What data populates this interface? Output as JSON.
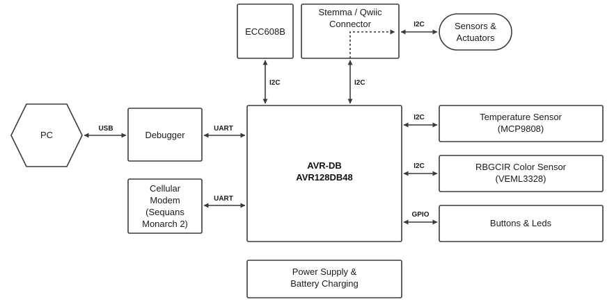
{
  "blocks": {
    "pc": "PC",
    "debugger": "Debugger",
    "cellular": [
      "Cellular",
      "Modem",
      "(Sequans",
      "Monarch 2)"
    ],
    "ecc": "ECC608B",
    "stemma": [
      "Stemma / Qwiic",
      "Connector"
    ],
    "sensors": [
      "Sensors &",
      "Actuators"
    ],
    "avr": [
      "AVR-DB",
      "AVR128DB48"
    ],
    "temp": [
      "Temperature Sensor",
      "(MCP9808)"
    ],
    "color": [
      "RBGCIR Color Sensor",
      "(VEML3328)"
    ],
    "buttons": "Buttons  & Leds",
    "power": [
      "Power Supply &",
      "Battery Charging"
    ]
  },
  "links": {
    "usb": "USB",
    "uart_debugger": "UART",
    "uart_cellular": "UART",
    "i2c_ecc": "I2C",
    "i2c_stemma": "I2C",
    "i2c_sensors": "I2C",
    "i2c_temp": "I2C",
    "i2c_color": "I2C",
    "gpio": "GPIO"
  }
}
